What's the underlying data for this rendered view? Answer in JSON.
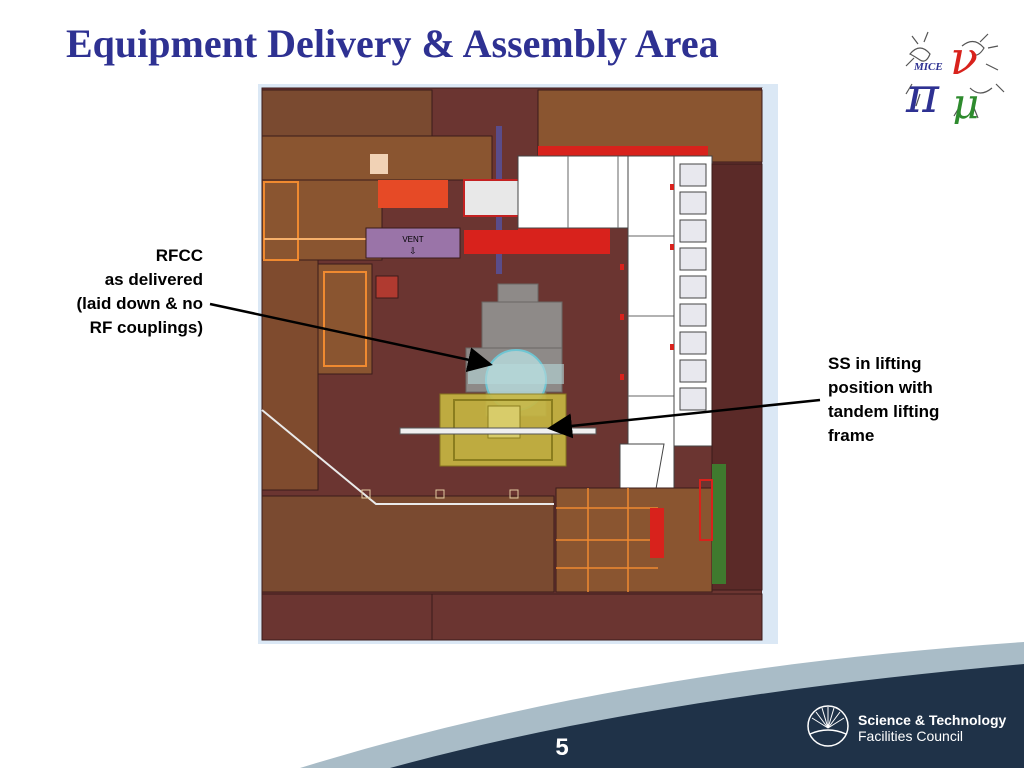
{
  "slide": {
    "title": "Equipment Delivery & Assembly Area",
    "page_number": "5"
  },
  "logo": {
    "icon": "mice-pi-nu-mu-logo",
    "text": "MICE"
  },
  "drawing": {
    "vent_label": "VENT",
    "vent_arrow": "⇩"
  },
  "callouts": {
    "rfcc": {
      "lines": [
        "RFCC",
        "as delivered",
        "(laid down & no",
        "RF couplings)"
      ]
    },
    "ss": {
      "lines": [
        "SS in lifting",
        "position with",
        "tandem lifting",
        "frame"
      ]
    }
  },
  "footer": {
    "org_line1": "Science & Technology",
    "org_line2": "Facilities Council",
    "colors": {
      "swoosh_dark": "#1f3248",
      "swoosh_light": "#a9bcc7"
    }
  },
  "colors": {
    "title": "#2e3192",
    "floor": "#6b3531",
    "wood": "#8a5530",
    "highlight_red": "#d8221c",
    "yellow_frame": "#c8b842"
  }
}
